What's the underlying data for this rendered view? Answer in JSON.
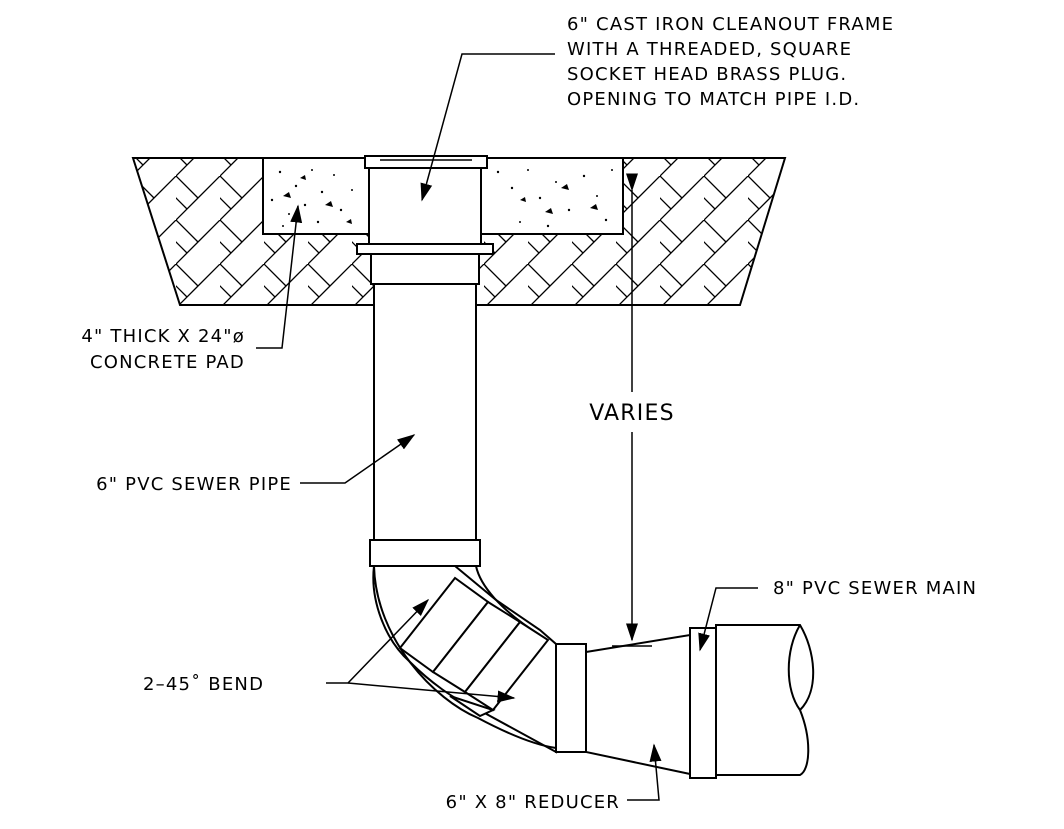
{
  "labels": {
    "frame": [
      "6\" CAST IRON CLEANOUT FRAME",
      "WITH A THREADED, SQUARE",
      "SOCKET HEAD BRASS PLUG.",
      "OPENING TO MATCH PIPE I.D."
    ],
    "pad": [
      "4\" THICK X 24\"ø",
      "CONCRETE PAD"
    ],
    "varies": "VARIES",
    "pipe": "6\" PVC SEWER PIPE",
    "main": "8\" PVC SEWER MAIN",
    "bend": "2–45˚ BEND",
    "reducer": "6\" X 8\" REDUCER"
  }
}
